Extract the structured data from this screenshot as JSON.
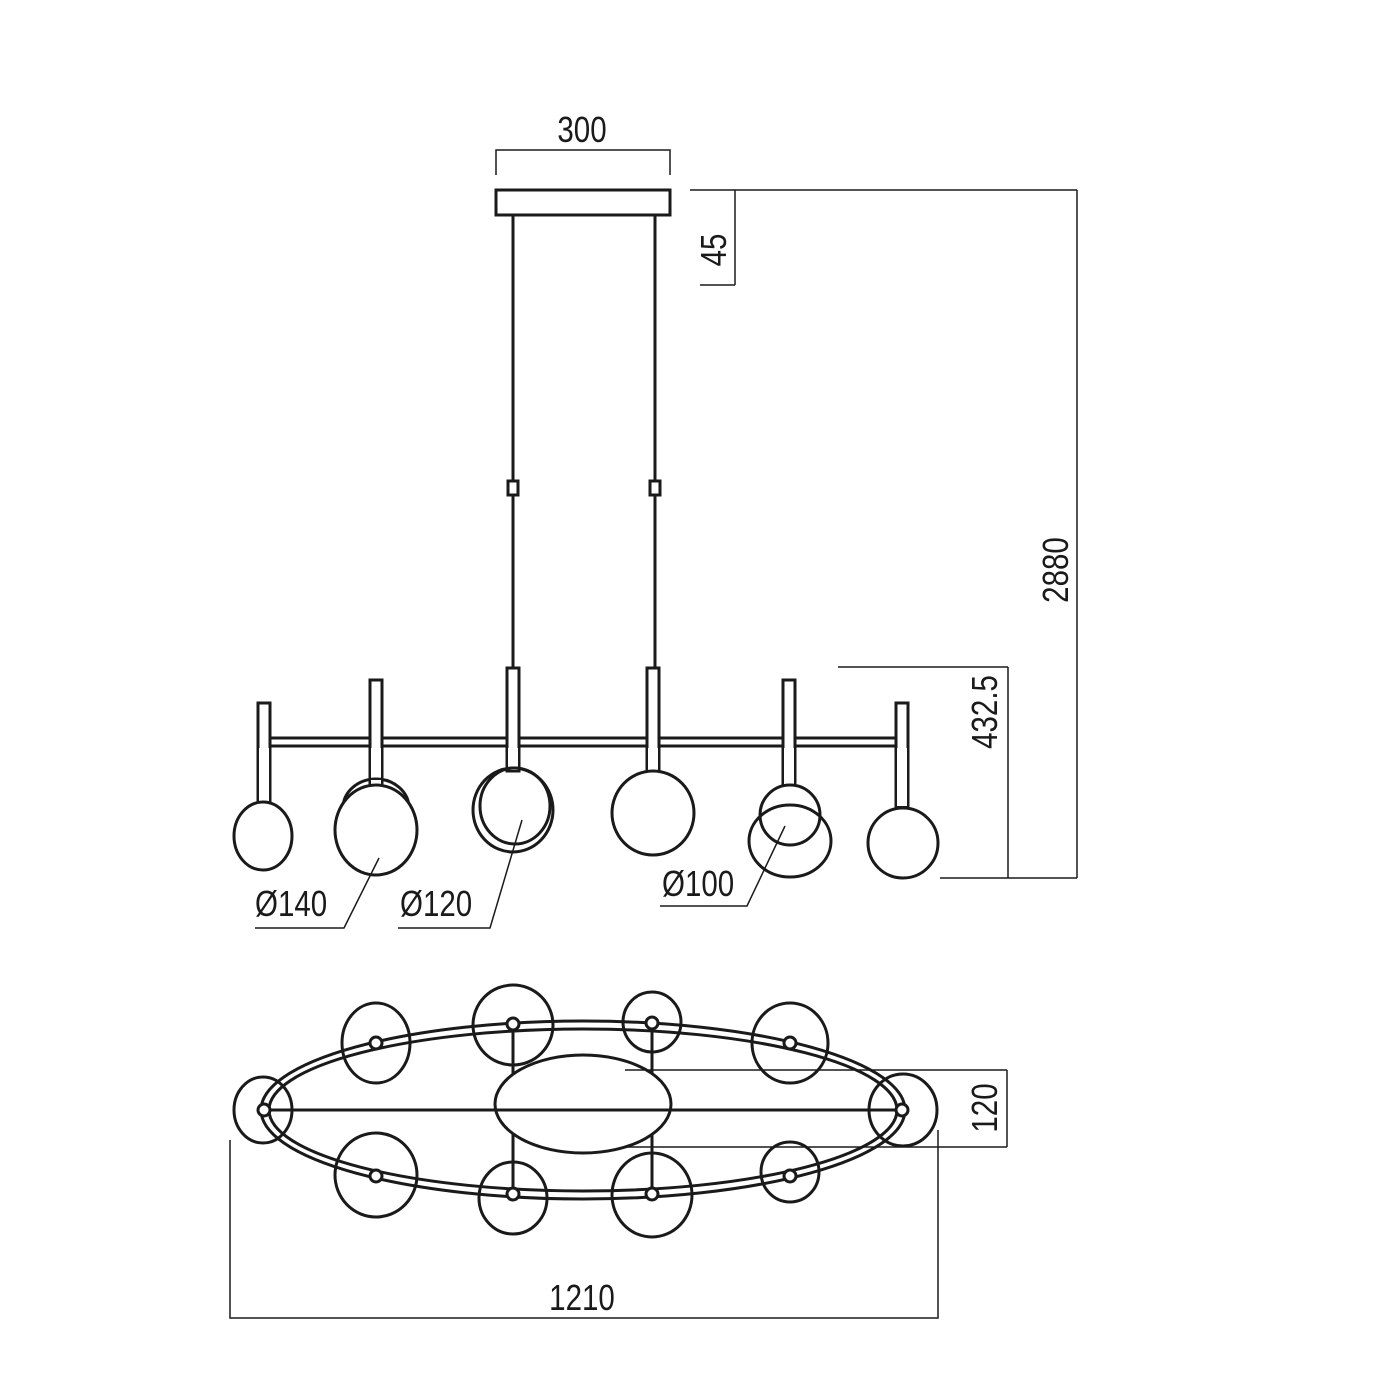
{
  "dimensions": {
    "canopy_width": "300",
    "canopy_height": "45",
    "total_height": "2880",
    "fixture_height": "432.5",
    "globe_large": "Ø140",
    "globe_medium": "Ø120",
    "globe_small": "Ø100",
    "top_view_width": "120",
    "total_length": "1210"
  },
  "colors": {
    "line": "#1a1a1a",
    "background": "#ffffff"
  }
}
